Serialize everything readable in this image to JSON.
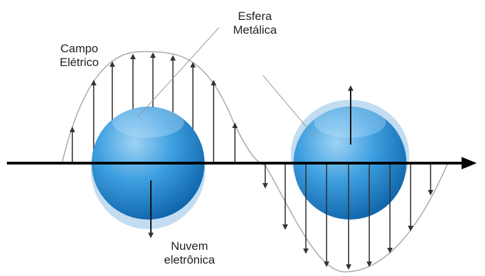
{
  "labels": {
    "metal_sphere": [
      "Esfera",
      "Metálica"
    ],
    "electric_field": [
      "Campo",
      "Elétrico"
    ],
    "electron_cloud": [
      "Nuvem",
      "eletrônica"
    ]
  },
  "colors": {
    "axis": "#000000",
    "field_arrow": "#333333",
    "wave_outline": "#a8a8a8",
    "pointer_line": "#9a9a9a",
    "cloud": "#b7d6ee",
    "sphere_core": "#1f87cf",
    "sphere_light": "#9fd3f5",
    "sphere_dark": "#0b5fa5"
  }
}
